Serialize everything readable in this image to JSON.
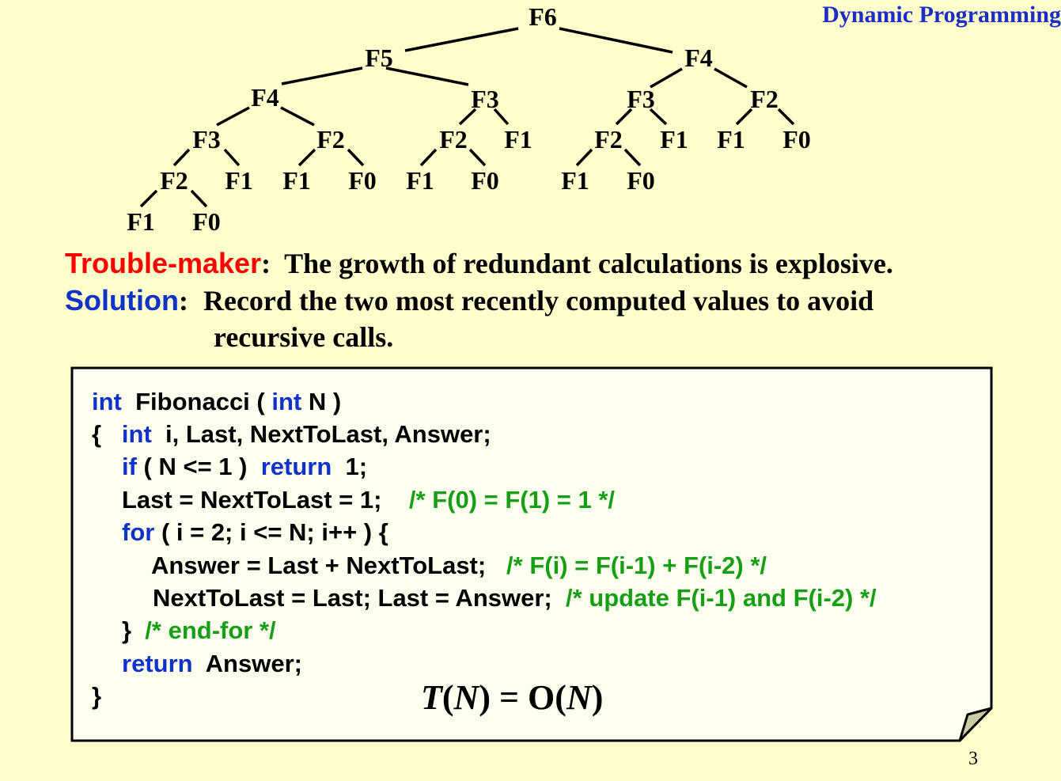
{
  "slide_title": "Dynamic Programming",
  "tree": {
    "nodes": [
      "F6",
      "F5",
      "F4",
      "F4",
      "F3",
      "F3",
      "F2",
      "F3",
      "F2",
      "F2",
      "F1",
      "F2",
      "F1",
      "F1",
      "F0",
      "F2",
      "F1",
      "F1",
      "F0",
      "F1",
      "F0",
      "F1",
      "F0",
      "F1",
      "F0"
    ]
  },
  "trouble": {
    "label": "Trouble-maker",
    "colon": ":",
    "text": "The growth of redundant calculations is explosive."
  },
  "solution": {
    "label": "Solution",
    "colon": ":",
    "text_line1": "Record the two most recently computed values to avoid",
    "text_line2": "recursive calls."
  },
  "code": {
    "l1_kw1": "int",
    "l1_a": "  Fibonacci ( ",
    "l1_kw2": "int",
    "l1_b": " N )",
    "l2_a": "{   ",
    "l2_kw": "int",
    "l2_b": "  i, Last, NextToLast, Answer;",
    "l3_kw1": "if",
    "l3_a": " ( N <= 1 )  ",
    "l3_kw2": "return",
    "l3_b": "  1;",
    "l4_a": "Last = NextToLast = 1;    ",
    "l4_cm": "/* F(0) = F(1) = 1 */",
    "l5_kw": "for",
    "l5_a": " ( i = 2; i <= N; i++ ) {",
    "l6_a": "Answer = Last + NextToLast;   ",
    "l6_cm": "/* F(i) = F(i-1) + F(i-2) */",
    "l7_a": "NextToLast = Last; Last = Answer;  ",
    "l7_cm": "/* update F(i-1) and F(i-2) */",
    "l8_a": "}  ",
    "l8_cm": "/* end-for */",
    "l9_kw": "return",
    "l9_a": "  Answer;",
    "l10_a": "}"
  },
  "complexity": {
    "T": "T",
    "open": "(",
    "N1": "N",
    "mid": ") = O(",
    "N2": "N",
    "close": ")"
  },
  "page_number": "3",
  "colors": {
    "background": "#FFFFCC",
    "title": "#1C2CC8",
    "keyword": "#0F32C8",
    "comment": "#169F16",
    "trouble": "#FF0000",
    "solution": "#0F32C8"
  }
}
